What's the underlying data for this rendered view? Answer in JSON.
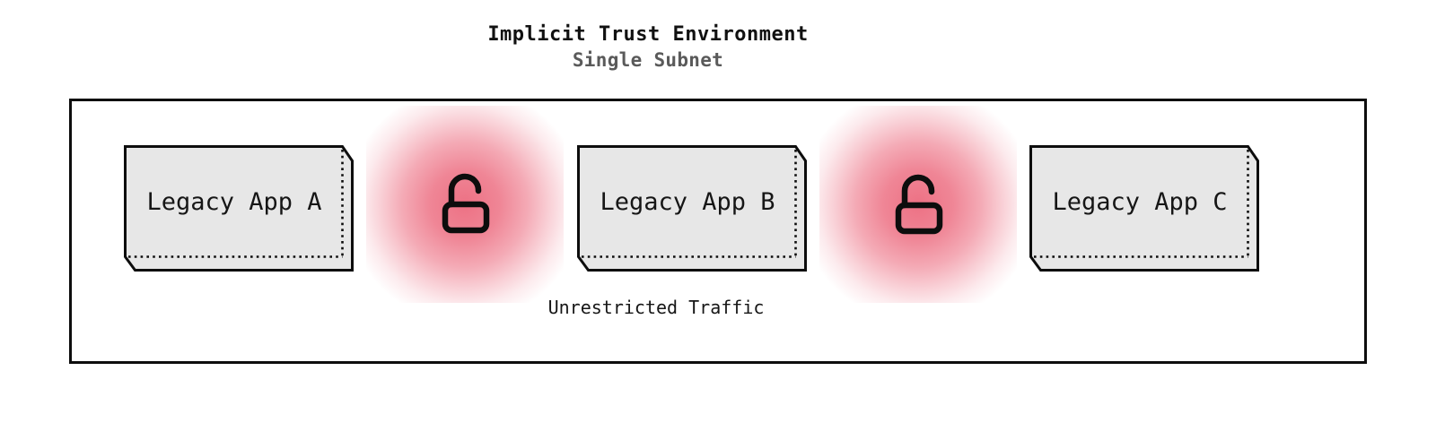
{
  "diagram": {
    "title": "Implicit Trust Environment",
    "subtitle": "Single Subnet",
    "container_label": "Unrestricted Traffic",
    "nodes": [
      {
        "label": "Legacy App A"
      },
      {
        "label": "Legacy App B"
      },
      {
        "label": "Legacy App C"
      }
    ],
    "icons": [
      {
        "name": "open-lock-icon",
        "meaning": "unsecured connection"
      },
      {
        "name": "open-lock-icon",
        "meaning": "unsecured connection"
      }
    ]
  },
  "colors": {
    "stroke": "#0d0d0d",
    "node_fill": "#e7e7e7",
    "title_text": "#111111",
    "subtitle_text": "#5a5a5a",
    "label_text": "#161616",
    "glow": "#e53550",
    "background": "#ffffff"
  }
}
